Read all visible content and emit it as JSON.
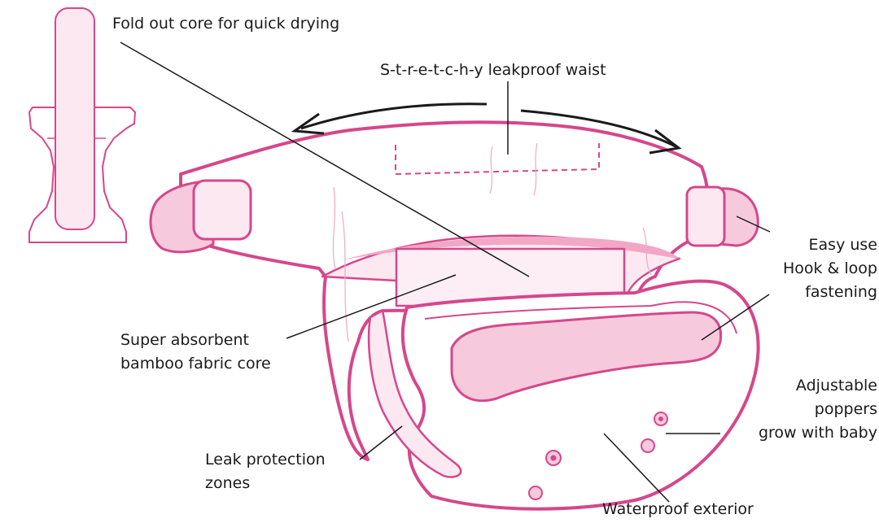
{
  "diagram": {
    "labels": {
      "fold_out_core": "Fold out core for quick drying",
      "stretchy_waist": "S-t-r-e-t-c-h-y leakproof waist",
      "fastening": [
        "Easy use",
        "Hook & loop",
        "fastening"
      ],
      "bamboo_core": [
        "Super absorbent",
        "bamboo fabric core"
      ],
      "poppers": [
        "Adjustable",
        "poppers",
        "grow with baby"
      ],
      "leak_zones": [
        "Leak protection",
        "zones"
      ],
      "waterproof": "Waterproof exterior"
    },
    "colors": {
      "outline": "#d6478a",
      "fill_light": "#fce8f1",
      "fill_mid": "#f7c9dc",
      "fill_strong": "#f2a7c6",
      "leader_line": "#1a1a1a",
      "text": "#1a1a1a"
    }
  }
}
